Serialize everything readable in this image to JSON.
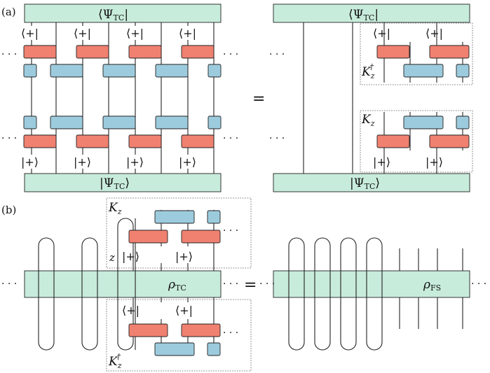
{
  "panel_a": {
    "label": "(a)",
    "bra_state": "⟨Ψ",
    "bra_sub": "TC",
    "bra_close": "|",
    "ket_state": "|Ψ",
    "ket_sub": "TC",
    "ket_close": "⟩",
    "bra_plus": "⟨+|",
    "ket_plus": "|+⟩",
    "equals": "=",
    "ellipsis": "· · ·",
    "kz_dagger": "K",
    "kz": "K",
    "kz_sub": "z",
    "dagger": "†"
  },
  "panel_b": {
    "label": "(b)",
    "rho_tc": "ρ",
    "rho_tc_sub": "TC",
    "rho_fs": "ρ",
    "rho_fs_sub": "FS",
    "equals": "=",
    "ellipsis": "· · ·",
    "kz": "K",
    "kz_sub": "z",
    "kz_dagger": "K",
    "dagger": "†",
    "z_label": "z",
    "bra_plus": "⟨+|",
    "ket_plus": "|+⟩"
  },
  "colors": {
    "band": "#c8ecdb",
    "red_gate": "#f08070",
    "blue_gate": "#9ccbdd"
  }
}
